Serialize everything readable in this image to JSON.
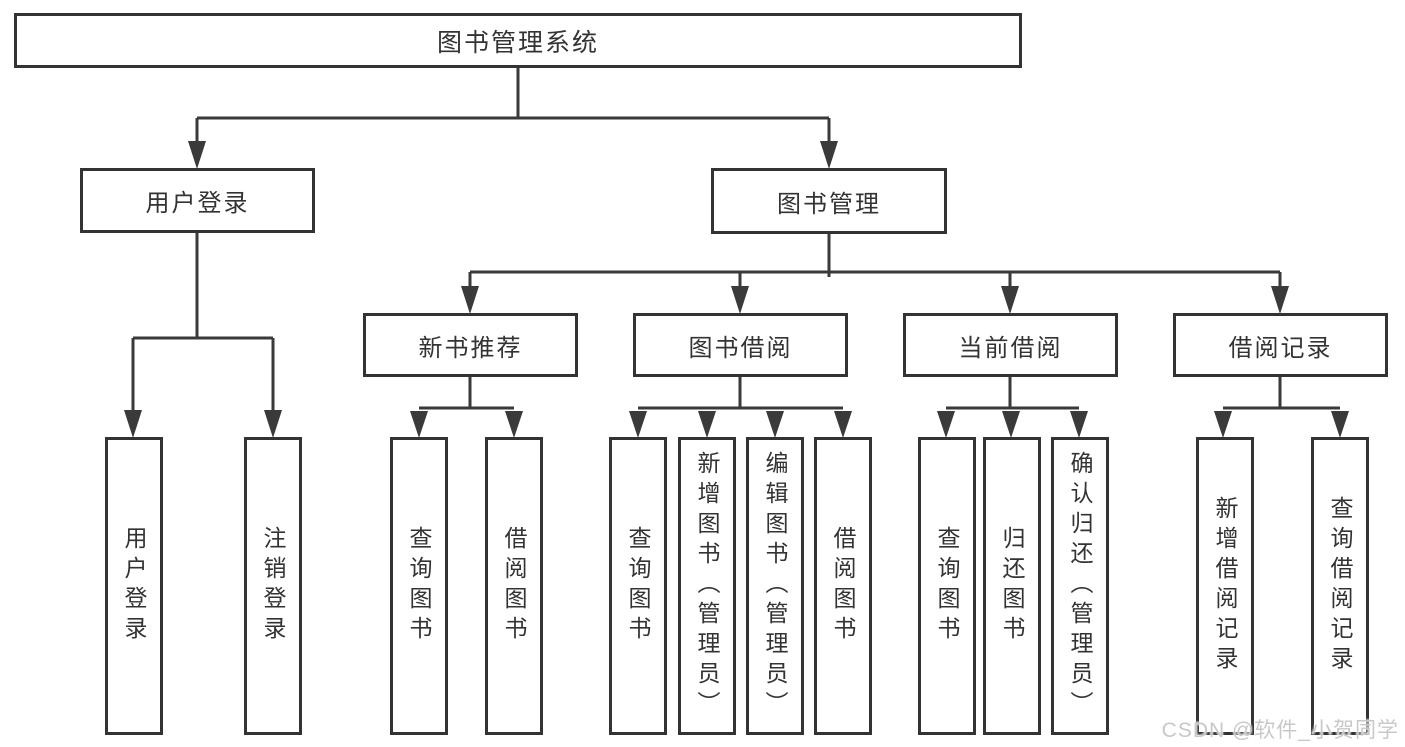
{
  "colors": {
    "line": "#3a3a3a",
    "box_border": "#333333",
    "text": "#333333",
    "watermark": "#c8c8c8",
    "background": "#ffffff"
  },
  "watermark": {
    "text": "CSDN @软件_小贺同学"
  },
  "tree": {
    "label": "图书管理系统",
    "children": [
      {
        "label": "用户登录",
        "children": [
          {
            "label": "用户登录"
          },
          {
            "label": "注销登录"
          }
        ]
      },
      {
        "label": "图书管理",
        "children": [
          {
            "label": "新书推荐",
            "children": [
              {
                "label": "查询图书"
              },
              {
                "label": "借阅图书"
              }
            ]
          },
          {
            "label": "图书借阅",
            "children": [
              {
                "label": "查询图书"
              },
              {
                "label": "新增图书（管理员）"
              },
              {
                "label": "编辑图书（管理员）"
              },
              {
                "label": "借阅图书"
              }
            ]
          },
          {
            "label": "当前借阅",
            "children": [
              {
                "label": "查询图书"
              },
              {
                "label": "归还图书"
              },
              {
                "label": "确认归还（管理员）"
              }
            ]
          },
          {
            "label": "借阅记录",
            "children": [
              {
                "label": "新增借阅记录"
              },
              {
                "label": "查询借阅记录"
              }
            ]
          }
        ]
      }
    ]
  }
}
